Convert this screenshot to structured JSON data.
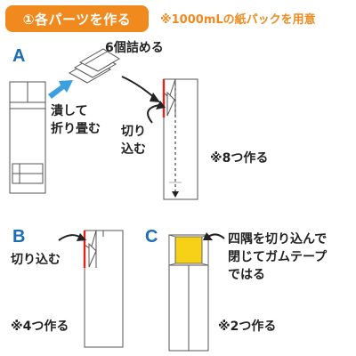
{
  "header": {
    "step": "①各パーツを作る",
    "note": "※1000mLの紙パックを用意"
  },
  "section_a": {
    "letter": "A",
    "flatten_line1": "潰して",
    "flatten_line2": "折り畳む",
    "stuff_label": "6個詰める",
    "fold_in_line1": "切り",
    "fold_in_line2": "込む",
    "count": "※8つ作る"
  },
  "section_b": {
    "letter": "B",
    "fold_in_label": "切り込む",
    "count": "※4つ作る"
  },
  "section_c": {
    "letter": "C",
    "instr_line1": "四隅を切り込んで",
    "instr_line2": "閉じてガムテープ",
    "instr_line3": "ではる",
    "count": "※2つ作る"
  },
  "colors": {
    "orange": "#f08a1e",
    "blue": "#1c6db5",
    "arrow_blue": "#3b9fe0",
    "red": "#e2231a",
    "tape_yellow": "#f7d117"
  }
}
